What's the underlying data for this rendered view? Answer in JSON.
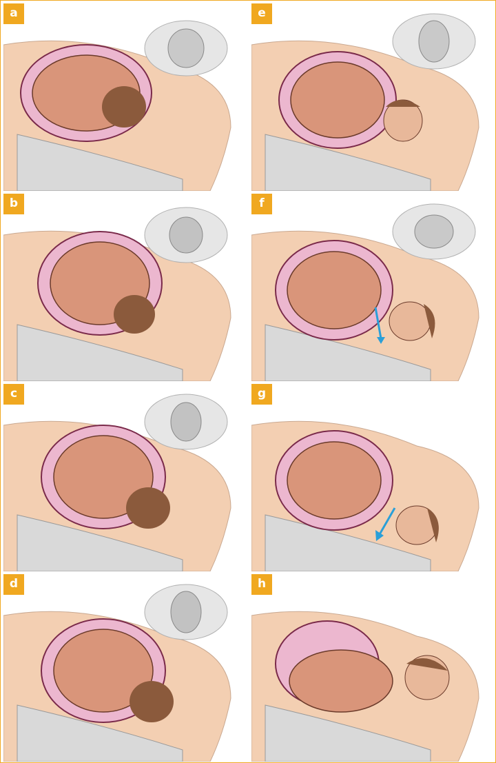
{
  "panels": [
    {
      "label": "a",
      "stage": "head-high",
      "arrow": false
    },
    {
      "label": "b",
      "stage": "head-engaging",
      "arrow": false
    },
    {
      "label": "c",
      "stage": "head-descending",
      "arrow": false
    },
    {
      "label": "d",
      "stage": "head-crowning",
      "arrow": false
    },
    {
      "label": "e",
      "stage": "head-delivered",
      "arrow": false
    },
    {
      "label": "f",
      "stage": "external-rotation",
      "arrow": true
    },
    {
      "label": "g",
      "stage": "shoulder-delivery",
      "arrow": true
    },
    {
      "label": "h",
      "stage": "body-delivered",
      "arrow": false
    }
  ],
  "colors": {
    "accent": "#f0a820",
    "skin_body": "#f3cfb2",
    "uterus": "#ecb7cf",
    "fetus": "#d9957a",
    "hair": "#8b5a3c",
    "spine": "#d9d9d9",
    "pelvis": "#e6e6e6",
    "arrow": "#2a9fd8"
  }
}
